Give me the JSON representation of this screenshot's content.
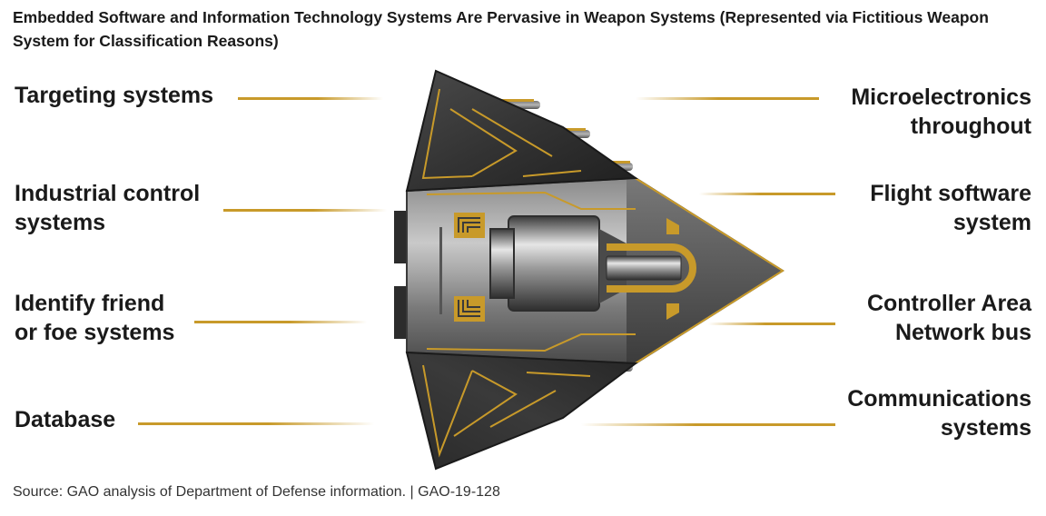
{
  "title": "Embedded Software and Information Technology Systems Are Pervasive in Weapon Systems (Represented via Fictitious Weapon System for Classification Reasons)",
  "left_labels": [
    {
      "lines": [
        "Targeting systems"
      ]
    },
    {
      "lines": [
        "Industrial control",
        "systems"
      ]
    },
    {
      "lines": [
        "Identify friend",
        "or foe systems"
      ]
    },
    {
      "lines": [
        "Database"
      ]
    }
  ],
  "right_labels": [
    {
      "lines": [
        "Microelectronics",
        "throughout"
      ]
    },
    {
      "lines": [
        "Flight software",
        "system"
      ]
    },
    {
      "lines": [
        "Controller Area",
        "Network bus"
      ]
    },
    {
      "lines": [
        "Communications",
        "systems"
      ]
    }
  ],
  "source": "Source: GAO analysis of Department of Defense information.  |  GAO-19-128",
  "colors": {
    "accent": "#c89a2a",
    "hull_dark": "#2b2b2b",
    "hull_mid": "#6a6a6a",
    "hull_light": "#b8b8b8"
  }
}
